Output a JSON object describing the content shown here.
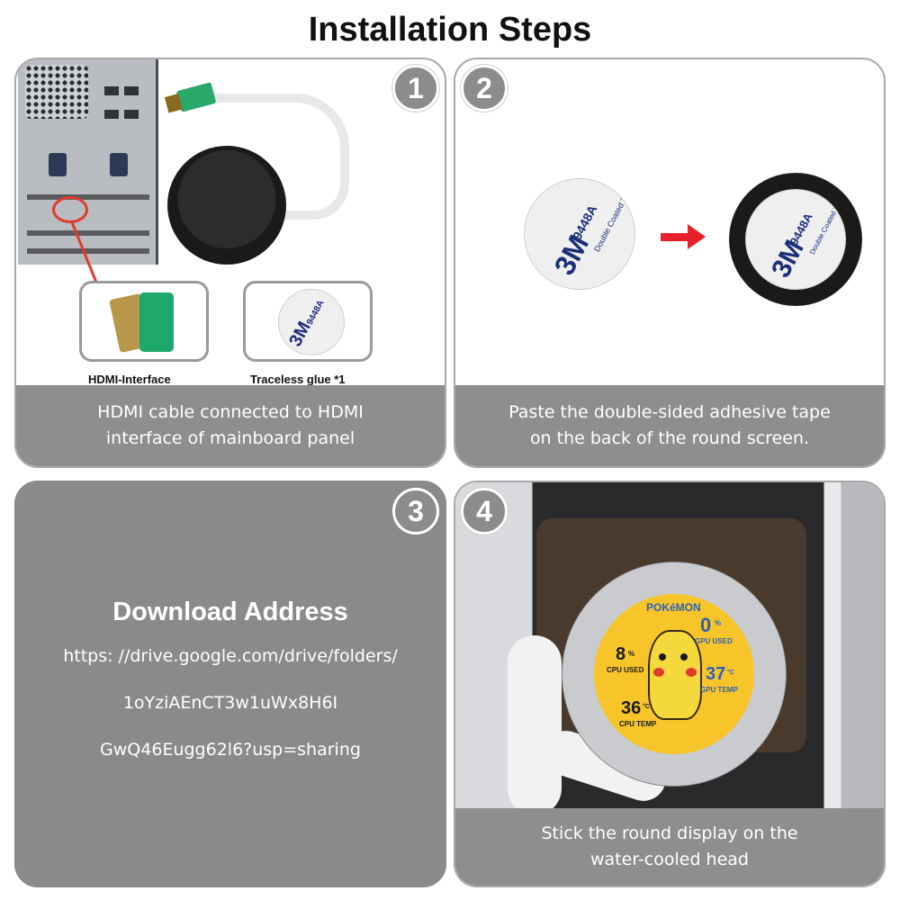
{
  "title": "Installation Steps",
  "steps": [
    {
      "number": "1",
      "caption_lines": [
        "HDMI cable connected to HDMI",
        "interface of mainboard panel"
      ],
      "labels": [
        "HDMI-Interface",
        "Traceless glue *1"
      ]
    },
    {
      "number": "2",
      "caption_lines": [
        "Paste the double-sided adhesive tape",
        "on the back of the round screen."
      ]
    },
    {
      "number": "3",
      "heading": "Download Address",
      "lines": [
        "https: //drive.google.com/drive/folders/",
        "1oYziAEnCT3w1uWx8H6I",
        "GwQ46Eugg62l6?usp=sharing"
      ]
    },
    {
      "number": "4",
      "caption_lines": [
        "Stick the round display on the",
        "water-cooled head"
      ]
    }
  ],
  "sticker": {
    "brand": "3M",
    "code": "9448A",
    "sub": "Double Coated Tissue"
  },
  "display": {
    "logo": "POKéMON",
    "gpu_used_value": "0",
    "gpu_used_unit": "%",
    "gpu_used_label": "GPU USED",
    "cpu_used_value": "8",
    "cpu_used_unit": "%",
    "cpu_used_label": "CPU USED",
    "gpu_temp_value": "37",
    "gpu_temp_unit": "°C",
    "gpu_temp_label": "GPU TEMP",
    "cpu_temp_value": "36",
    "cpu_temp_unit": "°C",
    "cpu_temp_label": "CPU TEMP"
  },
  "colors": {
    "badge": "#8c8c8c",
    "caption_bg": "#8e8e8e",
    "panel3_bg": "#8a8a8a",
    "arrow": "#e8202a",
    "highlight_ring": "#e23a2a",
    "lcd_bg": "#f7c52a"
  }
}
